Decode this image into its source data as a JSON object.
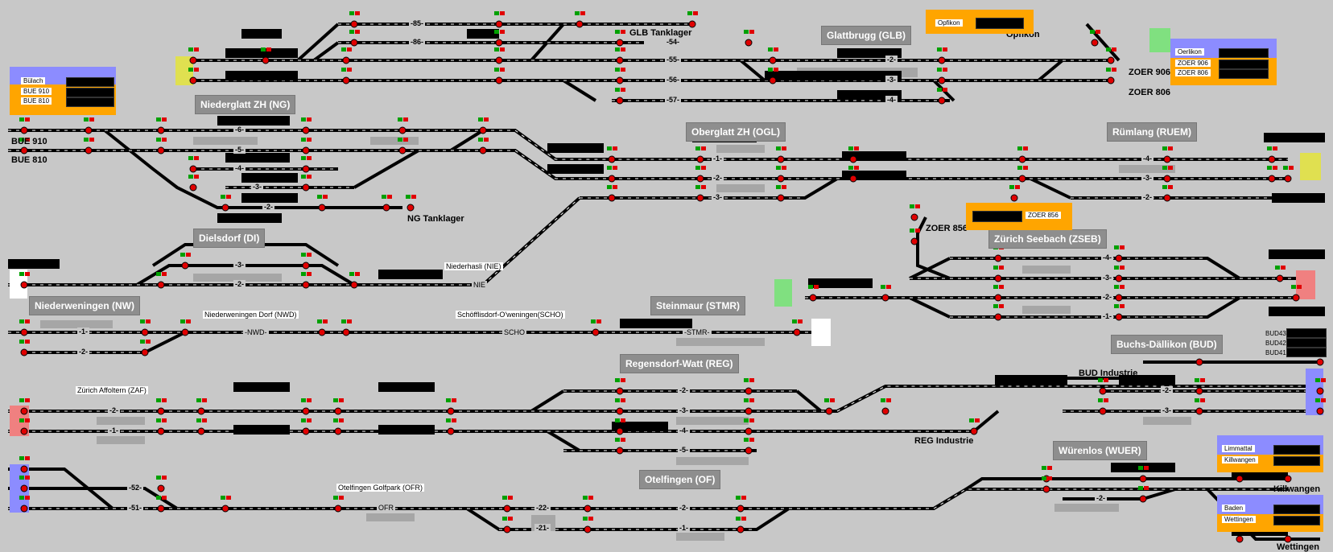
{
  "stations": {
    "niederglatt": "Niederglatt ZH (NG)",
    "glattbrugg": "Glattbrugg (GLB)",
    "oberglatt": "Oberglatt ZH (OGL)",
    "ruemlang": "Rümlang (RUEM)",
    "dielsdorf": "Dielsdorf (DI)",
    "niederweningen": "Niederweningen (NW)",
    "steinmaur": "Steinmaur (STMR)",
    "seebach": "Zürich Seebach (ZSEB)",
    "regensdorf": "Regensdorf-Watt (REG)",
    "buchs": "Buchs-Dällikon (BUD)",
    "wuerenlos": "Würenlos (WUER)",
    "otelfingen": "Otelfingen (OF)"
  },
  "labels": {
    "glb_tanklager": "GLB Tanklager",
    "opfikon": "Opfikon",
    "zoer906": "ZOER 906",
    "zoer806": "ZOER 806",
    "bue910": "BUE 910",
    "bue810": "BUE 810",
    "ng_tanklager": "NG Tanklager",
    "zoer856": "ZOER 856",
    "bud_industrie": "BUD Industrie",
    "reg_industrie": "REG Industrie",
    "killwangen": "Killwangen",
    "wettingen": "Wettingen"
  },
  "small_labels": {
    "niederhasli": "Niederhasli (NIE)",
    "nie": "NIE",
    "nwd_full": "Niederweningen Dorf (NWD)",
    "nwd": "-NWD-",
    "scho_full": "Schöfflisdorf-O'weningen(SCHO)",
    "scho": "SCHO",
    "stmr": "-STMR-",
    "zaf": "Zürich Affoltern (ZAF)",
    "ofr_full": "Otelfingen Golfpark (OFR)",
    "ofr": "OFR"
  },
  "boxes": {
    "buelach": {
      "title": "Bülach",
      "rows": [
        "BUE 910",
        "BUE 810"
      ]
    },
    "opfikon": {
      "title": "Opfikon"
    },
    "oerlikon": {
      "title": "Oerlikon",
      "rows": [
        "ZOER 906",
        "ZOER 806"
      ]
    },
    "zoer856": {
      "title": "ZOER 856"
    },
    "limmattal": {
      "title": "Limmattal",
      "rows": [
        "Killwangen"
      ]
    },
    "baden": {
      "title": "Baden",
      "rows": [
        "Wettingen"
      ]
    },
    "bud_boxes": [
      "BUD43",
      "BUD42",
      "BUD41"
    ]
  },
  "track_numbers": {
    "glb_85": "-85-",
    "glb_86": "-86-",
    "glb_54": "-54-",
    "glb_55": "-55-",
    "glb_56": "-56-",
    "glb_57": "-57-",
    "glb_2": "-2-",
    "glb_3": "-3-",
    "glb_4": "-4-",
    "ng_6": "-6-",
    "ng_5": "-5-",
    "ng_4": "-4-",
    "ng_3": "-3-",
    "ng_2": "-2-",
    "ogl_1": "-1-",
    "ogl_2": "-2-",
    "ogl_3": "-3-",
    "ruem_4": "-4-",
    "ruem_3": "-3-",
    "ruem_2": "-2-",
    "di_3": "-3-",
    "di_2": "-2-",
    "nw_1": "-1-",
    "nw_2": "-2-",
    "zseb_4": "-4-",
    "zseb_3": "-3-",
    "zseb_2": "-2-",
    "zseb_1": "-1-",
    "zaf_2": "-2-",
    "zaf_1": "-1-",
    "reg_2": "-2-",
    "reg_3": "-3-",
    "reg_4": "-4-",
    "reg_5": "-5-",
    "bud_2": "-2-",
    "bud_3": "-3-",
    "wuer_2": "-2-",
    "of_52": "-52-",
    "of_51": "-51-",
    "of_22": "-22-",
    "of_21": "-21-",
    "of_2": "-2-",
    "of_1": "-1-"
  },
  "colors": {
    "track": "#000000",
    "track_dash": "#ffffff",
    "signal_red": "#e00000",
    "signal_green": "#00a000",
    "station_bg": "#8e8e8e",
    "orange": "#ffa500",
    "blue": "#8c8cff",
    "yellow_end": "#e0e050",
    "green_end": "#80e080",
    "pink_end": "#f08080"
  }
}
